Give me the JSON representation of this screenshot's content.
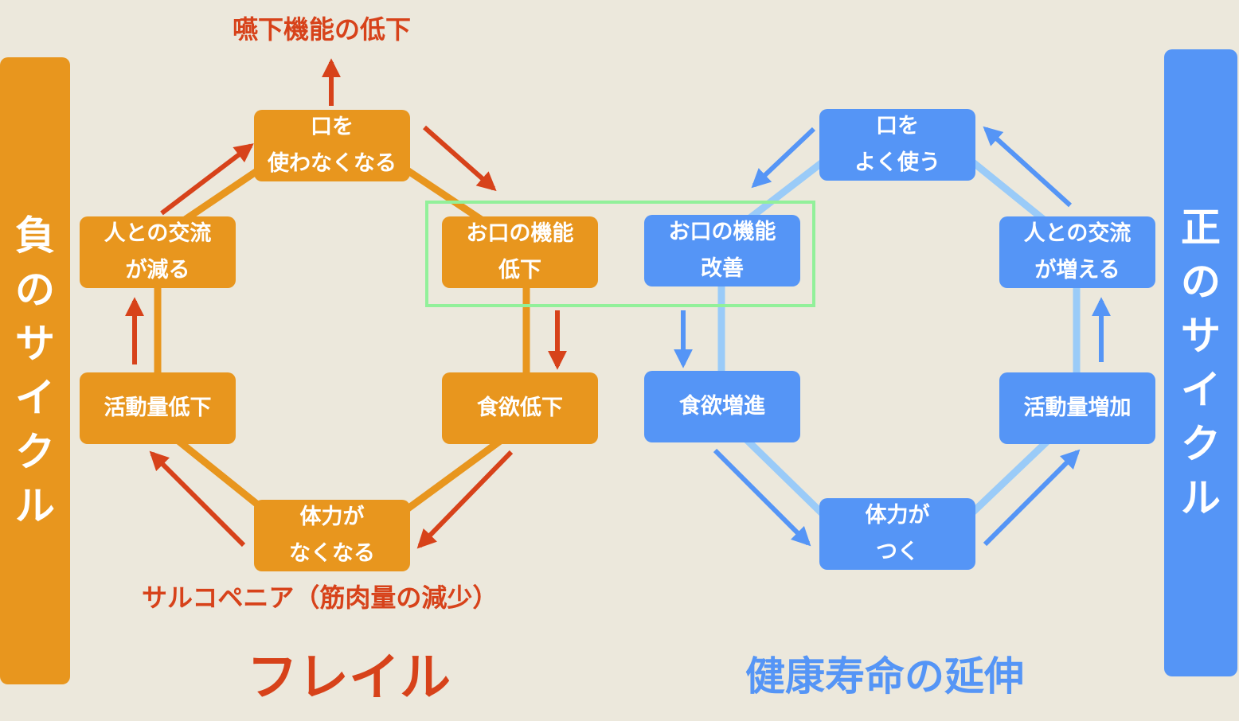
{
  "colors": {
    "background": "#ECE8DC",
    "negative_box": "#E8961E",
    "negative_line": "#E8961E",
    "negative_arrow": "#D7421A",
    "positive_box": "#5595F6",
    "positive_line": "#9ACBF8",
    "positive_arrow": "#5595F6",
    "highlight": "#92F09A",
    "label_red": "#D7421A"
  },
  "negative_cycle": {
    "side_label": [
      "負",
      "の",
      "サ",
      "イ",
      "ク",
      "ル"
    ],
    "nodes": {
      "mouth_unused": [
        "口を",
        "使わなくなる"
      ],
      "oral_decline": [
        "お口の機能",
        "低下"
      ],
      "appetite_decline": [
        "食欲低下"
      ],
      "stamina_loss": [
        "体力が",
        "なくなる"
      ],
      "activity_decline": [
        "活動量低下"
      ],
      "social_decline": [
        "人との交流",
        "が減る"
      ]
    },
    "swallow_label": "嚥下機能の低下",
    "sarcopenia_label": "サルコペニア（筋肉量の減少）",
    "title": "フレイル"
  },
  "positive_cycle": {
    "side_label": [
      "正",
      "の",
      "サ",
      "イ",
      "ク",
      "ル"
    ],
    "nodes": {
      "mouth_used": [
        "口を",
        "よく使う"
      ],
      "oral_improve": [
        "お口の機能",
        "改善"
      ],
      "appetite_increase": [
        "食欲増進"
      ],
      "stamina_gain": [
        "体力が",
        "つく"
      ],
      "activity_increase": [
        "活動量増加"
      ],
      "social_increase": [
        "人との交流",
        "が増える"
      ]
    },
    "title": "健康寿命の延伸"
  }
}
